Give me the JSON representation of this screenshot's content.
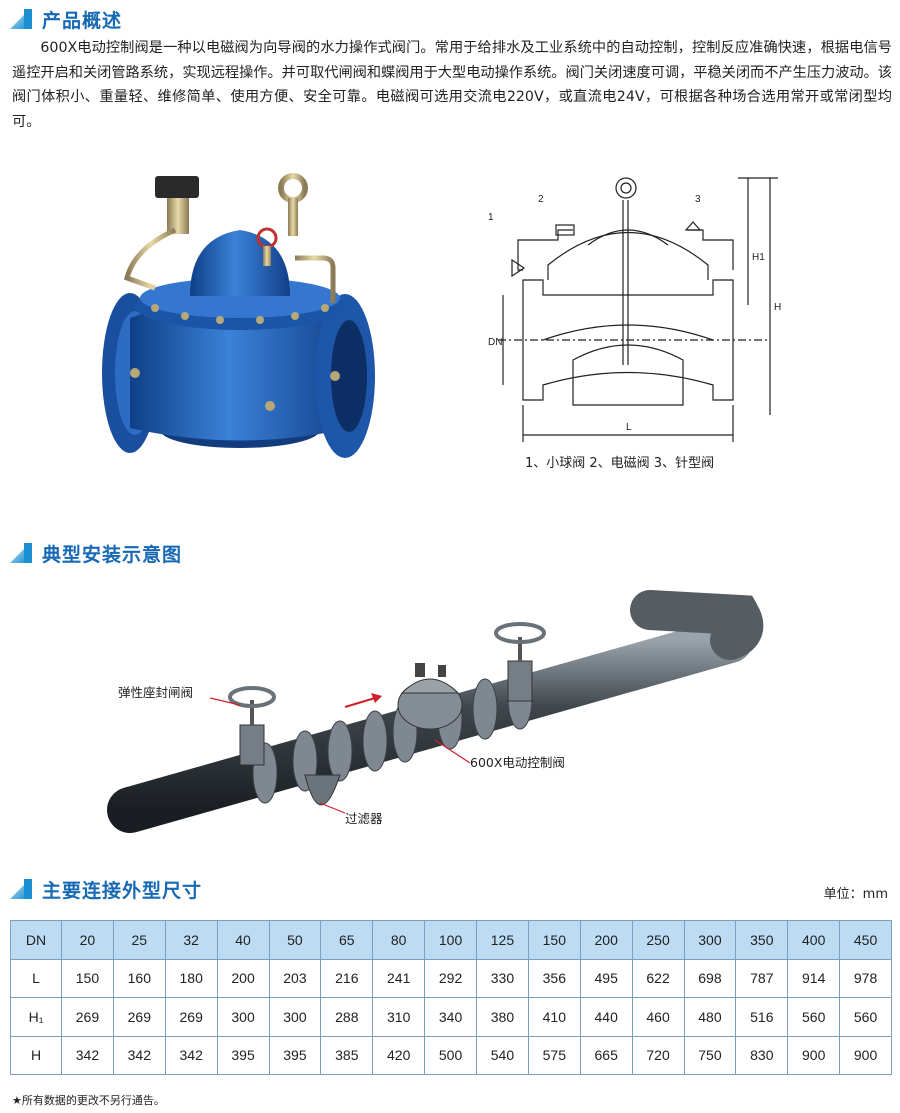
{
  "overview": {
    "title": "产品概述",
    "paragraph": "600X电动控制阀是一种以电磁阀为向导阀的水力操作式阀门。常用于给排水及工业系统中的自动控制，控制反应准确快速，根据电信号遥控开启和关闭管路系统，实现远程操作。并可取代闸阀和蝶阀用于大型电动操作系统。阀门关闭速度可调，平稳关闭而不产生压力波动。该阀门体积小、重量轻、维修简单、使用方便、安全可靠。电磁阀可选用交流电220V，或直流电24V，可根据各种场合选用常开或常闭型均可。"
  },
  "drawing": {
    "labels": [
      "1",
      "2",
      "3",
      "DN",
      "H1",
      "H",
      "L"
    ],
    "legend": "1、小球阀 2、电磁阀 3、针型阀"
  },
  "installation": {
    "title": "典型安装示意图",
    "callouts": {
      "gate_valve": "弹性座封闸阀",
      "control_valve": "600X电动控制阀",
      "filter": "过滤器"
    }
  },
  "dimensions": {
    "title": "主要连接外型尺寸",
    "unit": "单位：mm",
    "rows": [
      {
        "label": "DN",
        "values": [
          "20",
          "25",
          "32",
          "40",
          "50",
          "65",
          "80",
          "100",
          "125",
          "150",
          "200",
          "250",
          "300",
          "350",
          "400",
          "450"
        ]
      },
      {
        "label": "L",
        "values": [
          "150",
          "160",
          "180",
          "200",
          "203",
          "216",
          "241",
          "292",
          "330",
          "356",
          "495",
          "622",
          "698",
          "787",
          "914",
          "978"
        ]
      },
      {
        "label": "H₁",
        "values": [
          "269",
          "269",
          "269",
          "300",
          "300",
          "288",
          "310",
          "340",
          "380",
          "410",
          "440",
          "460",
          "480",
          "516",
          "560",
          "560"
        ]
      },
      {
        "label": "H",
        "values": [
          "342",
          "342",
          "342",
          "395",
          "395",
          "385",
          "420",
          "500",
          "540",
          "575",
          "665",
          "720",
          "750",
          "830",
          "900",
          "900"
        ]
      }
    ],
    "footnote": "★所有数据的更改不另行通告。"
  },
  "colors": {
    "title_blue": "#1769b4",
    "valve_blue": "#1f5fb0",
    "table_header": "#bddcf3",
    "table_border": "#7b9fc0",
    "arrow_red": "#d0202a"
  }
}
